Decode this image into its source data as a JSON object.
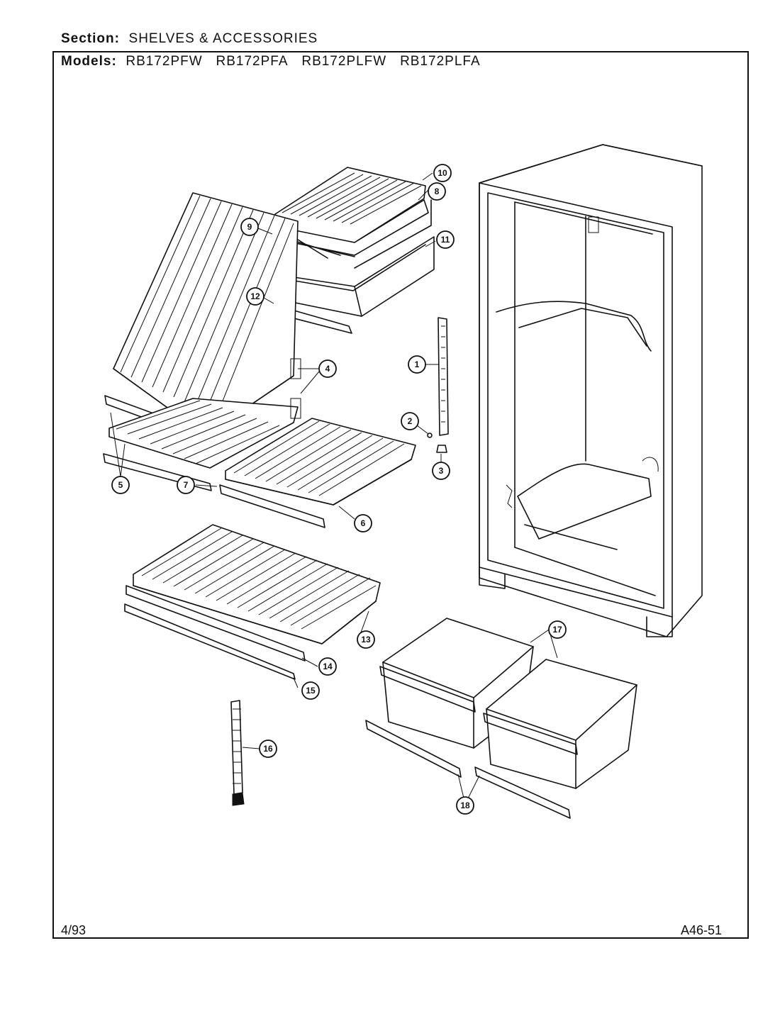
{
  "section_label": "Section:",
  "section_value": "SHELVES & ACCESSORIES",
  "models_label": "Models:",
  "models": [
    "RB172PFW",
    "RB172PFA",
    "RB172PLFW",
    "RB172PLFA"
  ],
  "footer": {
    "date": "4/93",
    "code": "A46-51"
  },
  "callouts": [
    "1",
    "2",
    "3",
    "4",
    "5",
    "6",
    "7",
    "8",
    "9",
    "10",
    "11",
    "12",
    "13",
    "14",
    "15",
    "16",
    "17",
    "18"
  ]
}
